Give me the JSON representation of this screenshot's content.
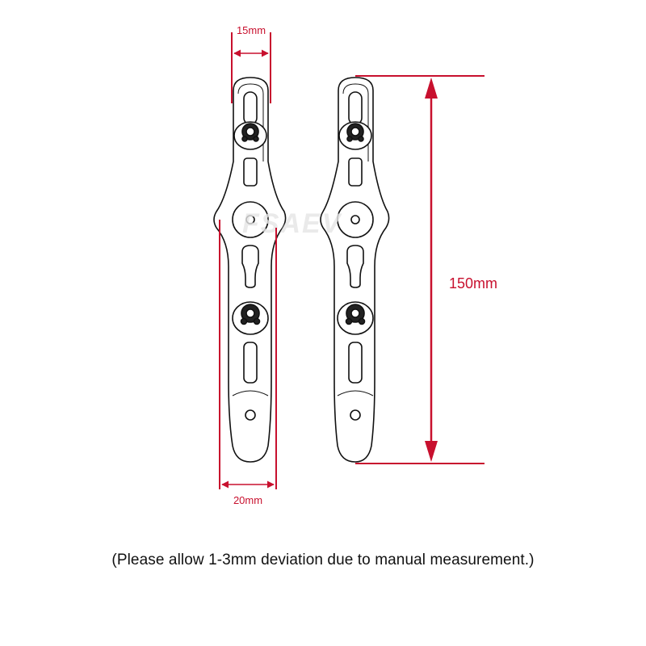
{
  "dimensions": {
    "top_width": "15mm",
    "bottom_width": "20mm",
    "length": "150mm"
  },
  "watermark": "FSAEV",
  "note": "(Please allow 1-3mm deviation due to manual measurement.)",
  "colors": {
    "dimension_line": "#c8102e",
    "outline": "#111111"
  }
}
